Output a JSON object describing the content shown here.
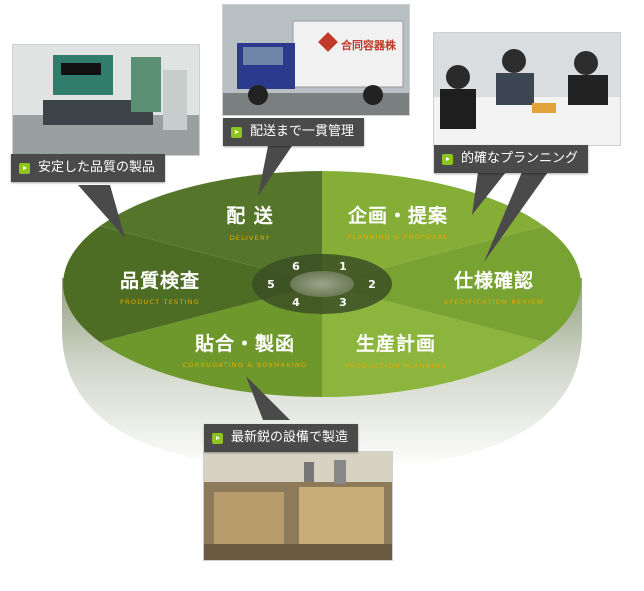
{
  "segments": [
    {
      "id": "delivery",
      "title": "配 送",
      "subtitle": "DELIVERY"
    },
    {
      "id": "planning",
      "title": "企画・提案",
      "subtitle": "PLANNING & PROPOSAL"
    },
    {
      "id": "spec",
      "title": "仕様確認",
      "subtitle": "SPECIFICATION REVIEW"
    },
    {
      "id": "production",
      "title": "生産計画",
      "subtitle": "PRODUCTION PLANNING"
    },
    {
      "id": "corrugating",
      "title": "貼合・製函",
      "subtitle": "CORRUGATING & BOXMAKING"
    },
    {
      "id": "testing",
      "title": "品質検査",
      "subtitle": "PRODUCT TESTING"
    }
  ],
  "steps": [
    "1",
    "2",
    "3",
    "4",
    "5",
    "6"
  ],
  "callouts": {
    "quality": "安定した品質の製品",
    "delivery": "配送まで一貫管理",
    "planning": "的確なプランニング",
    "equipment": "最新鋭の設備で製造"
  },
  "truck_sign": "合同容器株",
  "colors": {
    "green_dark": "#4a6b22",
    "green_mid": "#6d9a2e",
    "green_light": "#8fb83e",
    "accent": "#e8a800",
    "callout_bg": "#4a4a4a"
  }
}
